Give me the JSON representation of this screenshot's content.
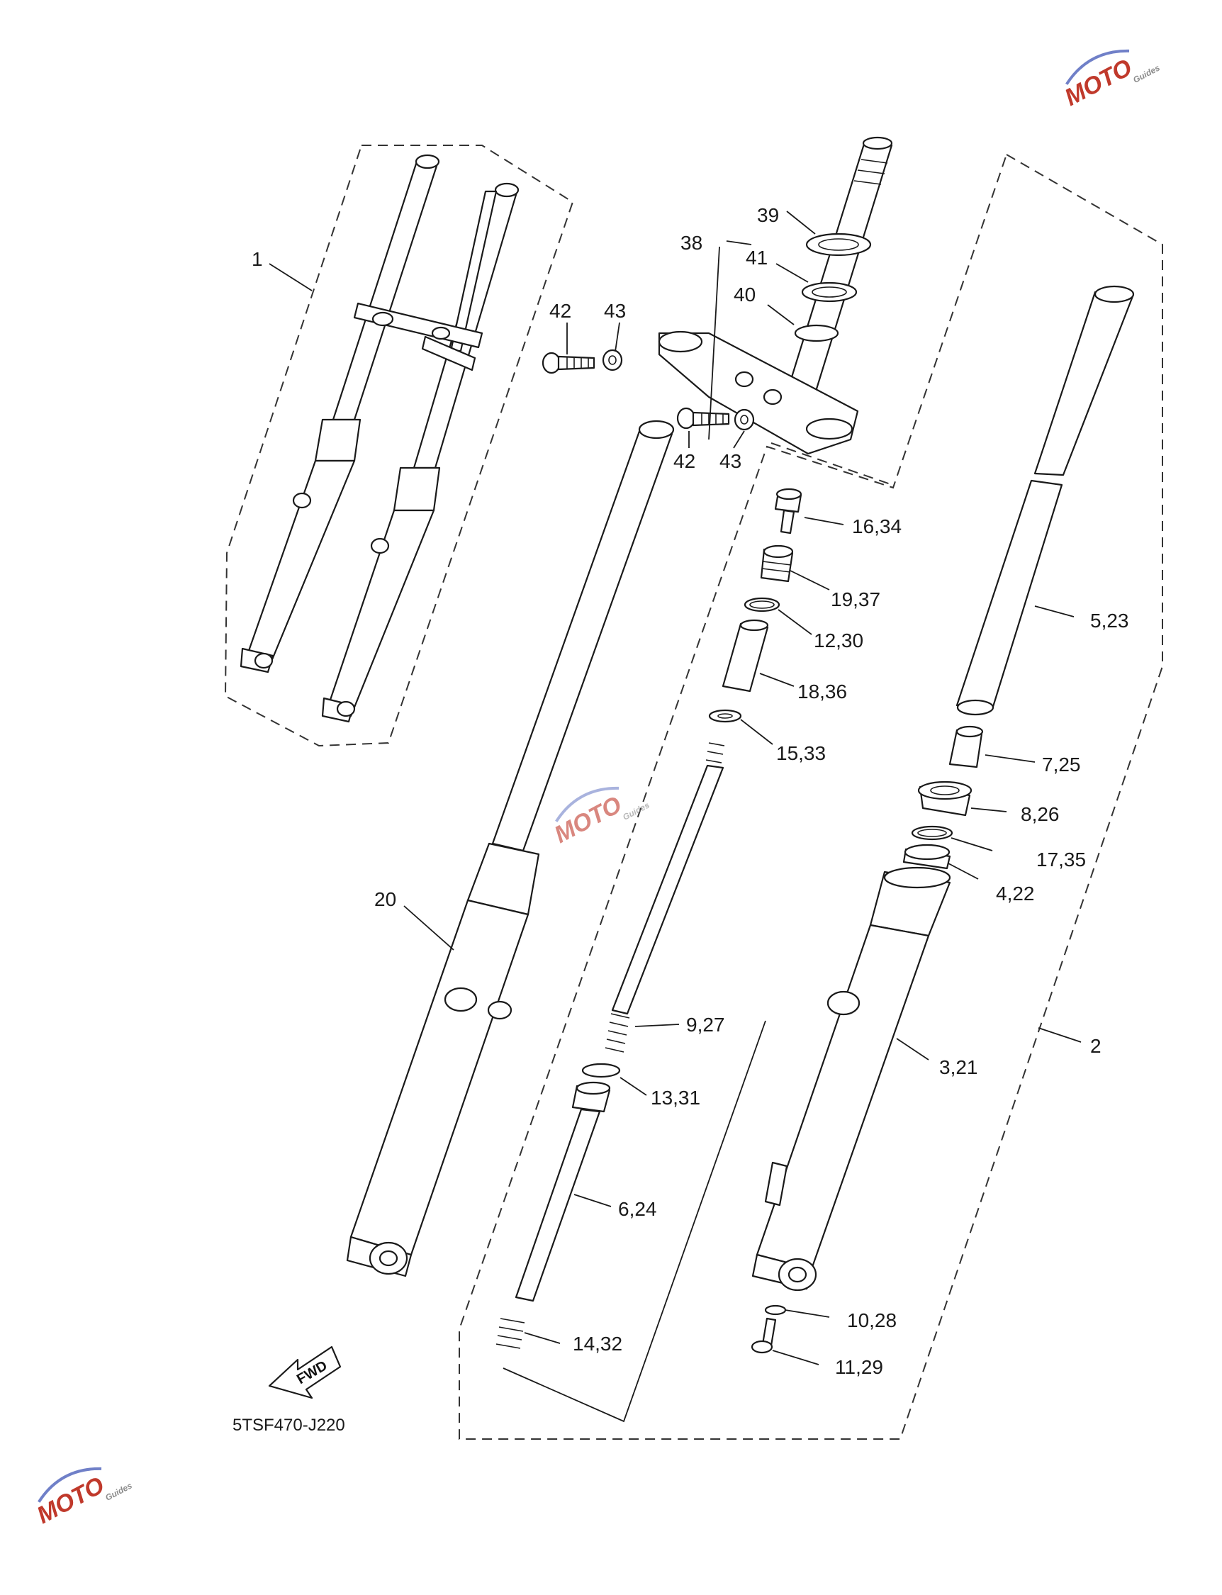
{
  "diagram": {
    "code": "5TSF470-J220",
    "fwd_label": "FWD",
    "watermark": {
      "brand": "MOTO",
      "sub": "Guides"
    },
    "labels": {
      "l1": "1",
      "l2": "2",
      "l3_21": "3,21",
      "l4_22": "4,22",
      "l5_23": "5,23",
      "l6_24": "6,24",
      "l7_25": "7,25",
      "l8_26": "8,26",
      "l9_27": "9,27",
      "l10_28": "10,28",
      "l11_29": "11,29",
      "l12_30": "12,30",
      "l13_31": "13,31",
      "l14_32": "14,32",
      "l15_33": "15,33",
      "l16_34": "16,34",
      "l17_35": "17,35",
      "l18_36": "18,36",
      "l19_37": "19,37",
      "l20": "20",
      "l38": "38",
      "l39": "39",
      "l40": "40",
      "l41": "41",
      "l42a": "42",
      "l42b": "42",
      "l43a": "43",
      "l43b": "43"
    }
  }
}
